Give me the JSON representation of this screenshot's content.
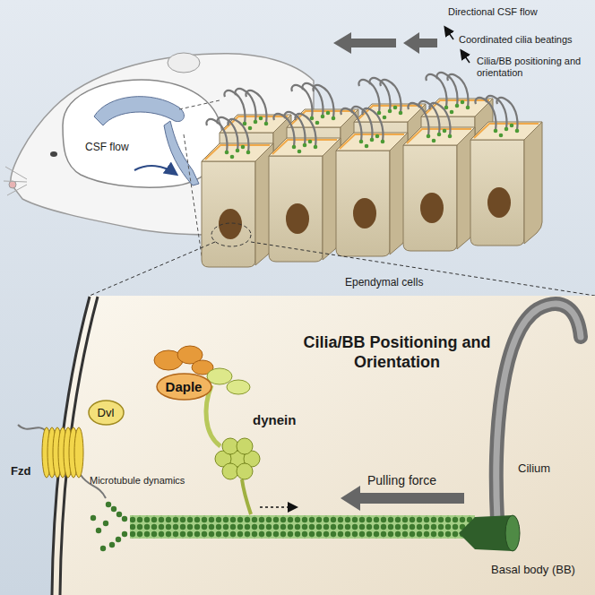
{
  "diagram": {
    "nodes": [
      {
        "text": [
          "Dvl"
        ]
      },
      {
        "text": [
          "Daple"
        ]
      }
    ],
    "labels": [
      "Directional CSF flow",
      "Coordinated cilia beatings",
      "Cilia/BB positioning and orientation",
      "CSF flow",
      "Ependymal cells",
      "Fzd",
      "dynein",
      "Cilia/BB Positioning and Orientation",
      "Microtubule dynamics",
      "Pulling force",
      "Cilium",
      "Basal body (BB)"
    ]
  }
}
